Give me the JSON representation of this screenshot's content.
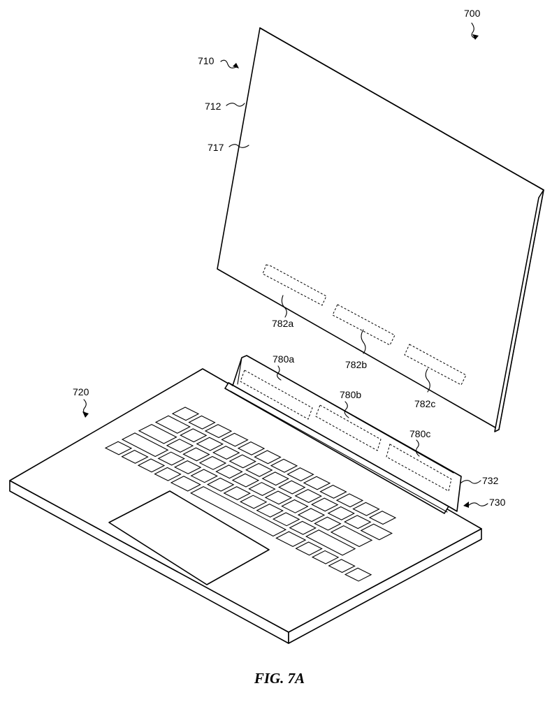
{
  "figure": {
    "caption": "FIG. 7A",
    "reference_labels": {
      "device": "700",
      "display_unit": "710",
      "display_edge": "712",
      "display_surface": "717",
      "keyboard_base": "720",
      "hinge_assembly": "730",
      "hinge_support": "732",
      "base_region_a": "780a",
      "base_region_b": "780b",
      "base_region_c": "780c",
      "display_region_a": "782a",
      "display_region_b": "782b",
      "display_region_c": "782c"
    }
  }
}
